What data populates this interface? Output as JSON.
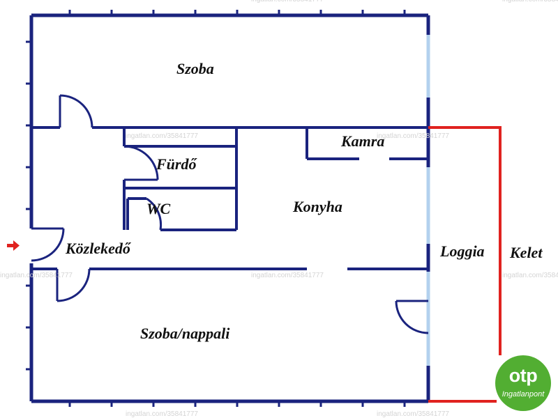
{
  "rooms": {
    "szoba": "Szoba",
    "furdo": "Fürdő",
    "kamra": "Kamra",
    "wc": "WC",
    "konyha": "Konyha",
    "kozlekedo": "Közlekedő",
    "loggia": "Loggia",
    "szoba_nappali": "Szoba/nappali"
  },
  "orientation_label": "Kelet",
  "watermark": "ingatlan.com/35841777",
  "logo": {
    "brand": "otp",
    "subtitle": "Ingatlanpont"
  },
  "entrance_icon": "arrow-right-icon",
  "colors": {
    "wall": "#1a237e",
    "window": "#b3d1ee",
    "balcony_outline": "#e0221f",
    "entrance_arrow": "#e0221f",
    "logo_green": "#52ae32"
  }
}
